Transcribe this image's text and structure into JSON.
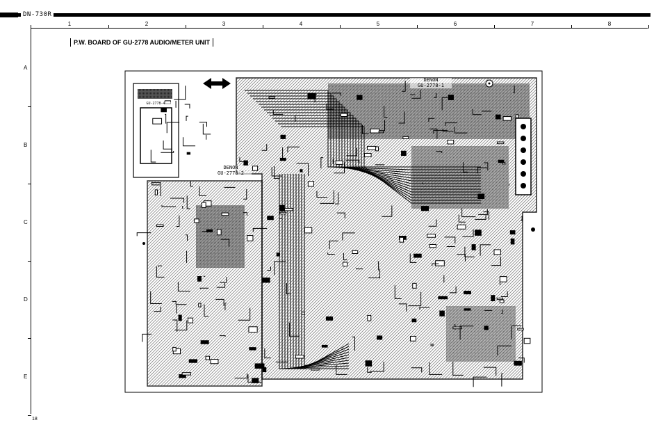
{
  "header": {
    "model": "DN-730R"
  },
  "title": "P.W. BOARD OF GU-2778 AUDIO/METER UNIT",
  "columns": [
    "1",
    "2",
    "3",
    "4",
    "5",
    "6",
    "7",
    "8"
  ],
  "rows": [
    "A",
    "B",
    "C",
    "D",
    "E"
  ],
  "page_number": "18",
  "board": {
    "label_main_brand": "DENON",
    "label_main_id": "GU-2778-1",
    "label_sub_brand": "DENON",
    "label_sub_id": "GU-2778-2",
    "label_small_id": "GU-2778-4"
  }
}
